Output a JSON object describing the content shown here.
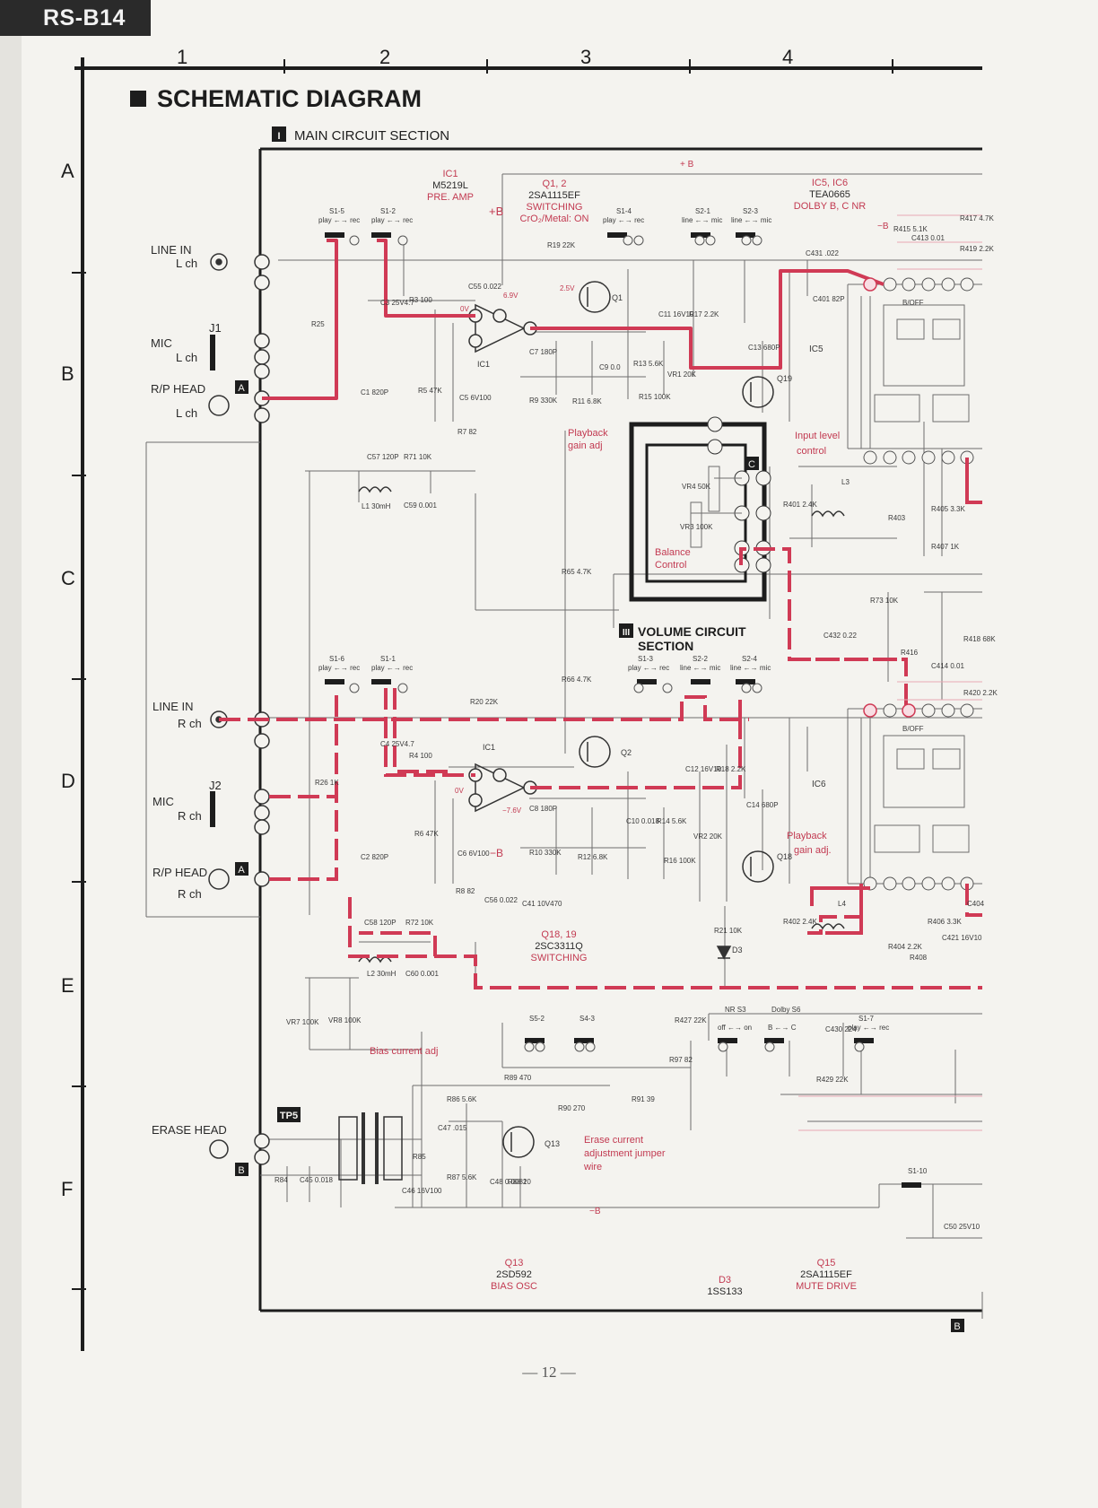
{
  "page_tag": "RS-B14",
  "page_number": "— 12 —",
  "title": "SCHEMATIC DIAGRAM",
  "sections": {
    "main": {
      "marker": "I",
      "label": "MAIN CIRCUIT SECTION"
    },
    "volume": {
      "marker": "III",
      "label_1": "VOLUME CIRCUIT",
      "label_2": "SECTION"
    }
  },
  "grid": {
    "columns": [
      "1",
      "2",
      "3",
      "4"
    ],
    "rows": [
      "A",
      "B",
      "C",
      "D",
      "E",
      "F"
    ]
  },
  "inputs": [
    {
      "label_1": "LINE IN",
      "label_2": "L ch"
    },
    {
      "label_1": "MIC",
      "label_2": "L ch",
      "jack": "J1"
    },
    {
      "label_1": "R/P HEAD",
      "label_2": "L ch",
      "marker": "A"
    },
    {
      "label_1": "LINE IN",
      "label_2": "R ch"
    },
    {
      "label_1": "MIC",
      "label_2": "R ch",
      "jack": "J2"
    },
    {
      "label_1": "R/P HEAD",
      "label_2": "R ch",
      "marker": "A"
    },
    {
      "label_1": "ERASE HEAD",
      "marker": "B",
      "test_point": "TP5"
    }
  ],
  "component_notes": {
    "ic1": [
      "IC1",
      "M5219L",
      "PRE. AMP"
    ],
    "q12": [
      "Q1, 2",
      "2SA1115EF",
      "SWITCHING",
      "CrO₂/Metal: ON"
    ],
    "ic56": [
      "IC5, IC6",
      "TEA0665",
      "DOLBY B, C NR"
    ],
    "q1819": [
      "Q18, 19",
      "2SC3311Q",
      "SWITCHING"
    ],
    "q13": [
      "Q13",
      "2SD592",
      "BIAS OSC"
    ],
    "d3": [
      "D3",
      "1SS133"
    ],
    "q15": [
      "Q15",
      "2SA1115EF",
      "MUTE DRIVE"
    ]
  },
  "annotations": {
    "playback_gain_l": [
      "Playback",
      "gain adj"
    ],
    "input_level": [
      "Input level",
      "control"
    ],
    "balance": [
      "Balance",
      "Control"
    ],
    "playback_gain_r": [
      "Playback",
      "gain adj."
    ],
    "bias_current": "Bias current adj",
    "erase_current": [
      "Erase current",
      "adjustment jumper",
      "wire"
    ]
  },
  "small_labels": {
    "ic5": "IC5",
    "ic6": "IC6",
    "ic1a": "IC1",
    "ic1b": "IC1",
    "q1": "Q1",
    "q2": "Q2",
    "q19": "Q19",
    "q18": "Q18",
    "q13": "Q13",
    "d3": "D3",
    "plus_b_1": "+B",
    "plus_b_2": "+ B",
    "minus_b_1": "−B",
    "minus_b_2": "−B",
    "minus_b_3": "−B",
    "sw_s15": "S1-5",
    "sw_s12": "S1-2",
    "sw_s14": "S1-4",
    "sw_s21": "S2-1",
    "sw_s23": "S2-3",
    "sw_s16": "S1-6",
    "sw_s11": "S1-1",
    "sw_s13": "S1-3",
    "sw_s22": "S2-2",
    "sw_s24": "S2-4",
    "sw_s52": "S5-2",
    "sw_s43": "S4-3",
    "sw_s7": "S1-7",
    "sw_s110": "S1-10",
    "pr_1": "play ←→ rec",
    "lm_1": "line ←→ mic",
    "r19": "R19 22K",
    "r20": "R20 22K",
    "r25": "R25",
    "r26": "R26 1K",
    "r3": "R3 100",
    "r4": "R4 100",
    "r5": "R5 47K",
    "r6": "R6 47K",
    "r9": "R9 330K",
    "r10": "R10 330K",
    "r11": "R11 6.8K",
    "r12": "R12 6.8K",
    "r17": "R17 2.2K",
    "r18": "R18 2.2K",
    "c7": "C7 180P",
    "c8": "C8 180P",
    "c11": "C11 16V10",
    "c12": "C12 16V10",
    "c13": "C13 680P",
    "c14": "C14 680P",
    "c57": "C57 120P",
    "c58": "C58 120P",
    "r71": "R71 10K",
    "r72": "R72 10K",
    "l1": "L1 30mH",
    "l2": "L2 30mH",
    "c59": "C59 0.001",
    "c60": "C60 0.001",
    "r65": "R65 4.7K",
    "r66": "R66 4.7K",
    "vr3": "VR3 100K",
    "vr4": "VR4 50K",
    "vr1": "VR1 20K",
    "vr2": "VR2 20K",
    "vr7": "VR7 100K",
    "vr8": "VR8 100K",
    "c431": "C431 .022",
    "c432": "C432 0.22",
    "c401": "C401 82P",
    "c413": "C413 0.01",
    "r415": "R415 5.1K",
    "r417": "R417 4.7K",
    "r419": "R419 2.2K",
    "r416": "R416",
    "r418": "R418 68K",
    "r420": "R420 2.2K",
    "c414": "C414 0.01",
    "r73": "R73 10K",
    "r401": "R401 2.4K",
    "r402": "R402 2.4K",
    "r403": "R403",
    "r404": "R404 2.2K",
    "r405": "R405 3.3K",
    "r406": "R406 3.3K",
    "r407": "R407 1K",
    "r408": "R408",
    "l3": "L3",
    "l4": "L4",
    "r21": "R21 10K",
    "r427": "R427 22K",
    "ns3": "NR S3",
    "ds6": "Dolby S6",
    "off_on": "off ←→ on",
    "b_c": "B ←→ C",
    "c430": "C430 224",
    "r429": "R429 22K",
    "r89": "R89 470",
    "r90": "R90 270",
    "r91": "R91 39",
    "r97": "R97 82",
    "r86": "R86 5.6K",
    "r87": "R87 5.6K",
    "r88": "R88 10",
    "c47": "C47 .015",
    "c48": "C48 0.0082",
    "c45": "C45 0.018",
    "c46": "C46 16V100",
    "r84": "R84",
    "r85": "R85",
    "c50": "C50 25V10",
    "c421": "C421 16V10",
    "c404": "C404",
    "v25": "2.5V",
    "v69": "6.9V",
    "v0a": "0V",
    "v0b": "0V",
    "v76": "−7.6V",
    "r13": "R13 5.6K",
    "r14": "R14 5.6K",
    "r15": "R15 100K",
    "r16": "R16 100K",
    "c9": "C9 0.0",
    "c10": "C10 0.018",
    "c5": "C5 6V100",
    "c6": "C6 6V100",
    "r7": "R7 82",
    "r8": "R8 82",
    "c1": "C1 820P",
    "c2": "C2 820P",
    "c3": "C3 25V4.7",
    "c4": "C4 25V4.7",
    "c55": "C55 0.022",
    "c56": "C56 0.022",
    "c41": "C41 10V470",
    "c": "C",
    "b": "B",
    "adolby": "B/OFF",
    "badolby": "B/OFF",
    "mark_b_bottom": "B"
  }
}
